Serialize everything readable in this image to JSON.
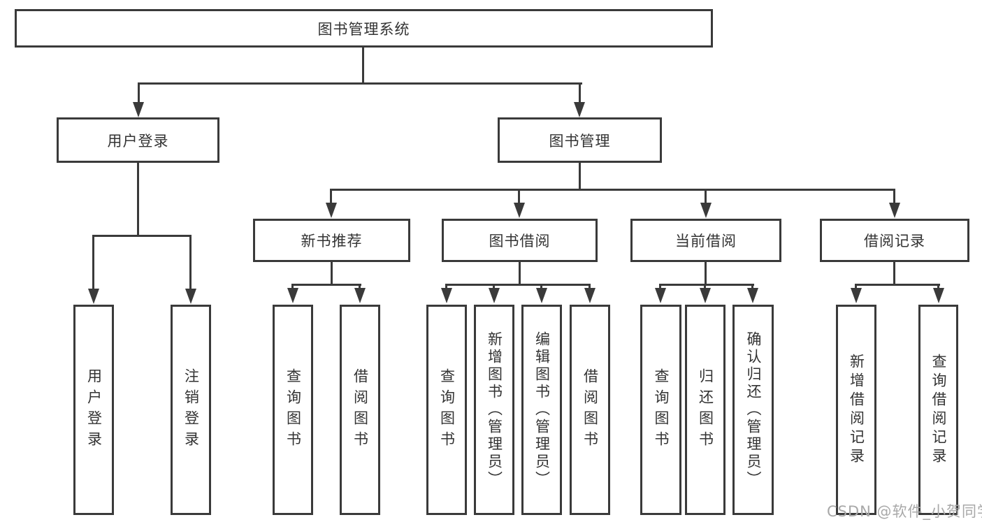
{
  "tree": {
    "root": "图书管理系统",
    "branches": [
      {
        "label": "用户登录",
        "leaves": [
          "用户登录",
          "注销登录"
        ]
      },
      {
        "label": "图书管理",
        "groups": [
          {
            "label": "新书推荐",
            "leaves": [
              "查询图书",
              "借阅图书"
            ]
          },
          {
            "label": "图书借阅",
            "leaves": [
              "查询图书",
              "新增图书（管理员）",
              "编辑图书（管理员）",
              "借阅图书"
            ]
          },
          {
            "label": "当前借阅",
            "leaves": [
              "查询图书",
              "归还图书",
              "确认归还（管理员）"
            ]
          },
          {
            "label": "借阅记录",
            "leaves": [
              "新增借阅记录",
              "查询借阅记录"
            ]
          }
        ]
      }
    ]
  },
  "watermark": "CSDN @软件_小贺同学",
  "colors": {
    "line": "#3a3a3a",
    "text": "#333333",
    "watermark": "#a8a8a8",
    "background": "#ffffff"
  }
}
